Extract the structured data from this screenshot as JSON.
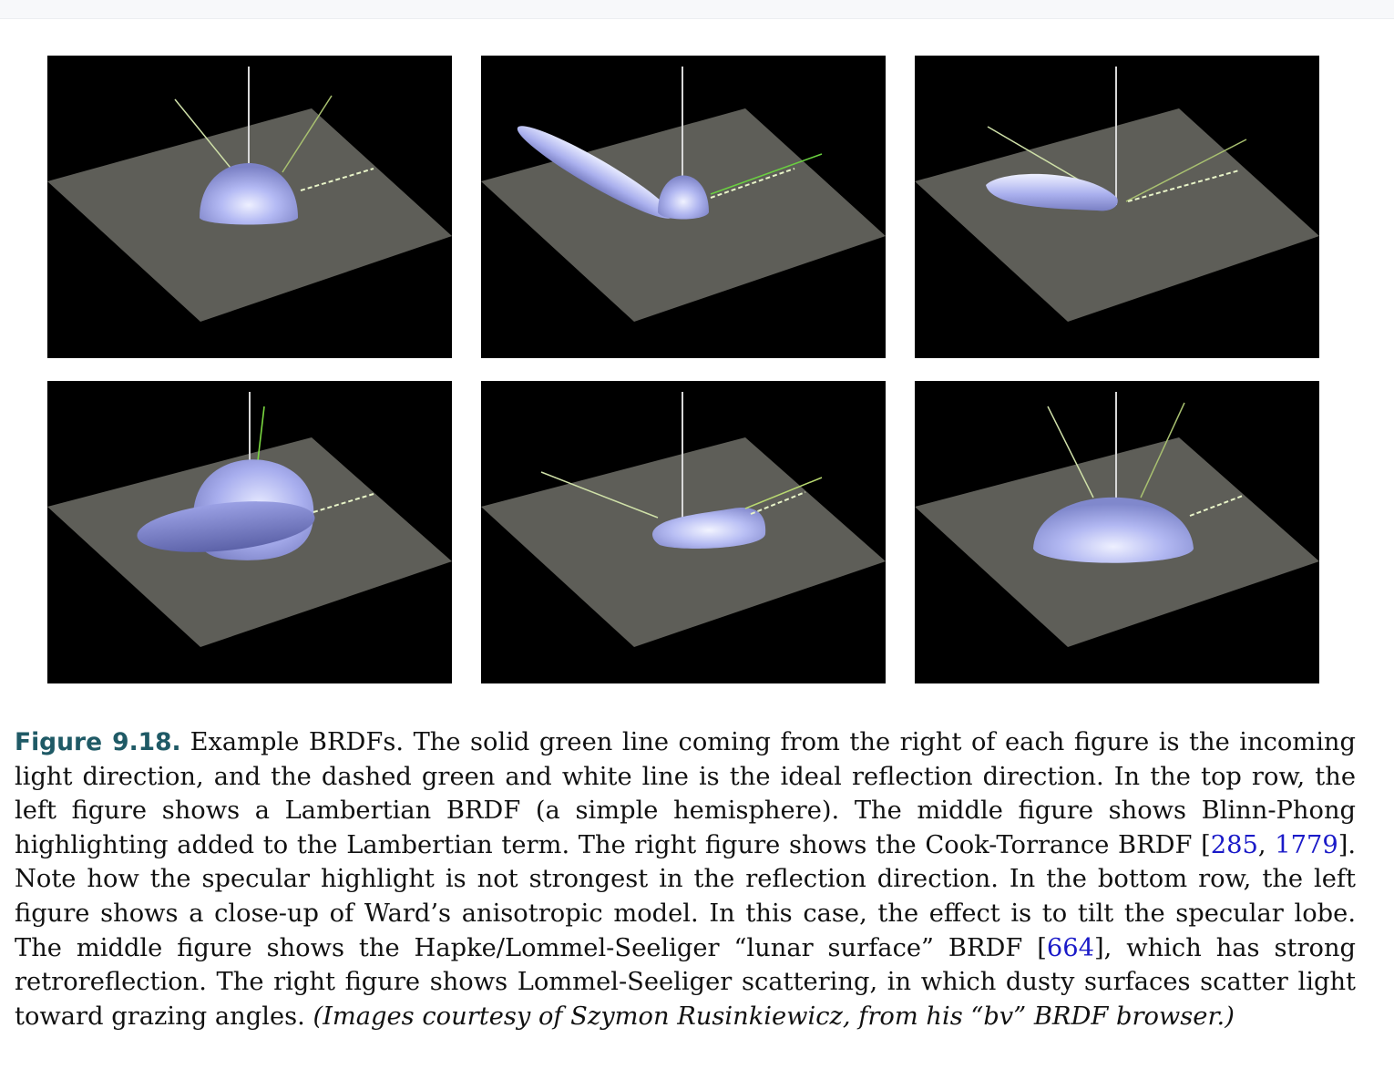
{
  "figure": {
    "panels": [
      {
        "row": "top",
        "position": "left",
        "illustration": "lambertian-hemisphere"
      },
      {
        "row": "top",
        "position": "middle",
        "illustration": "blinn-phong-lobe"
      },
      {
        "row": "top",
        "position": "right",
        "illustration": "cook-torrance-lobe"
      },
      {
        "row": "bottom",
        "position": "left",
        "illustration": "ward-anisotropic-lobe"
      },
      {
        "row": "bottom",
        "position": "middle",
        "illustration": "hapke-lommel-seeliger-lobe"
      },
      {
        "row": "bottom",
        "position": "right",
        "illustration": "lommel-seeliger-lobe"
      }
    ],
    "colors": {
      "background": "#000000",
      "surface": "#5e5e58",
      "lobe": "#aeb4f2",
      "normal_line": "#d8d8d8",
      "incoming_line": "#b8d870",
      "reflection_dash": "#e8f4c8"
    }
  },
  "caption": {
    "label": "Figure 9.18.",
    "text_1": "Example BRDFs. The solid green line coming from the right of each figure is the incoming light direction, and the dashed green and white line is the ideal reflection direction. In the top row, the left figure shows a Lambertian BRDF (a simple hemisphere). The middle figure shows Blinn-Phong highlighting added to the Lambertian term. The right figure shows the Cook-Torrance BRDF [",
    "cite_1": "285",
    "sep_1": ", ",
    "cite_2": "1779",
    "text_2": "]. Note how the specular highlight is not strongest in the reflection direction. In the bottom row, the left figure shows a close-up of Ward’s anisotropic model. In this case, the effect is to tilt the specular lobe. The middle figure shows the Hapke/Lommel-Seeliger “lunar surface” BRDF [",
    "cite_3": "664",
    "text_3": "], which has strong retroreflection. The right figure shows Lommel-Seeliger scattering, in which dusty surfaces scatter light toward grazing angles. ",
    "credit": "(Images courtesy of Szymon Rusinkiewicz, from his “bv” BRDF browser.)"
  }
}
